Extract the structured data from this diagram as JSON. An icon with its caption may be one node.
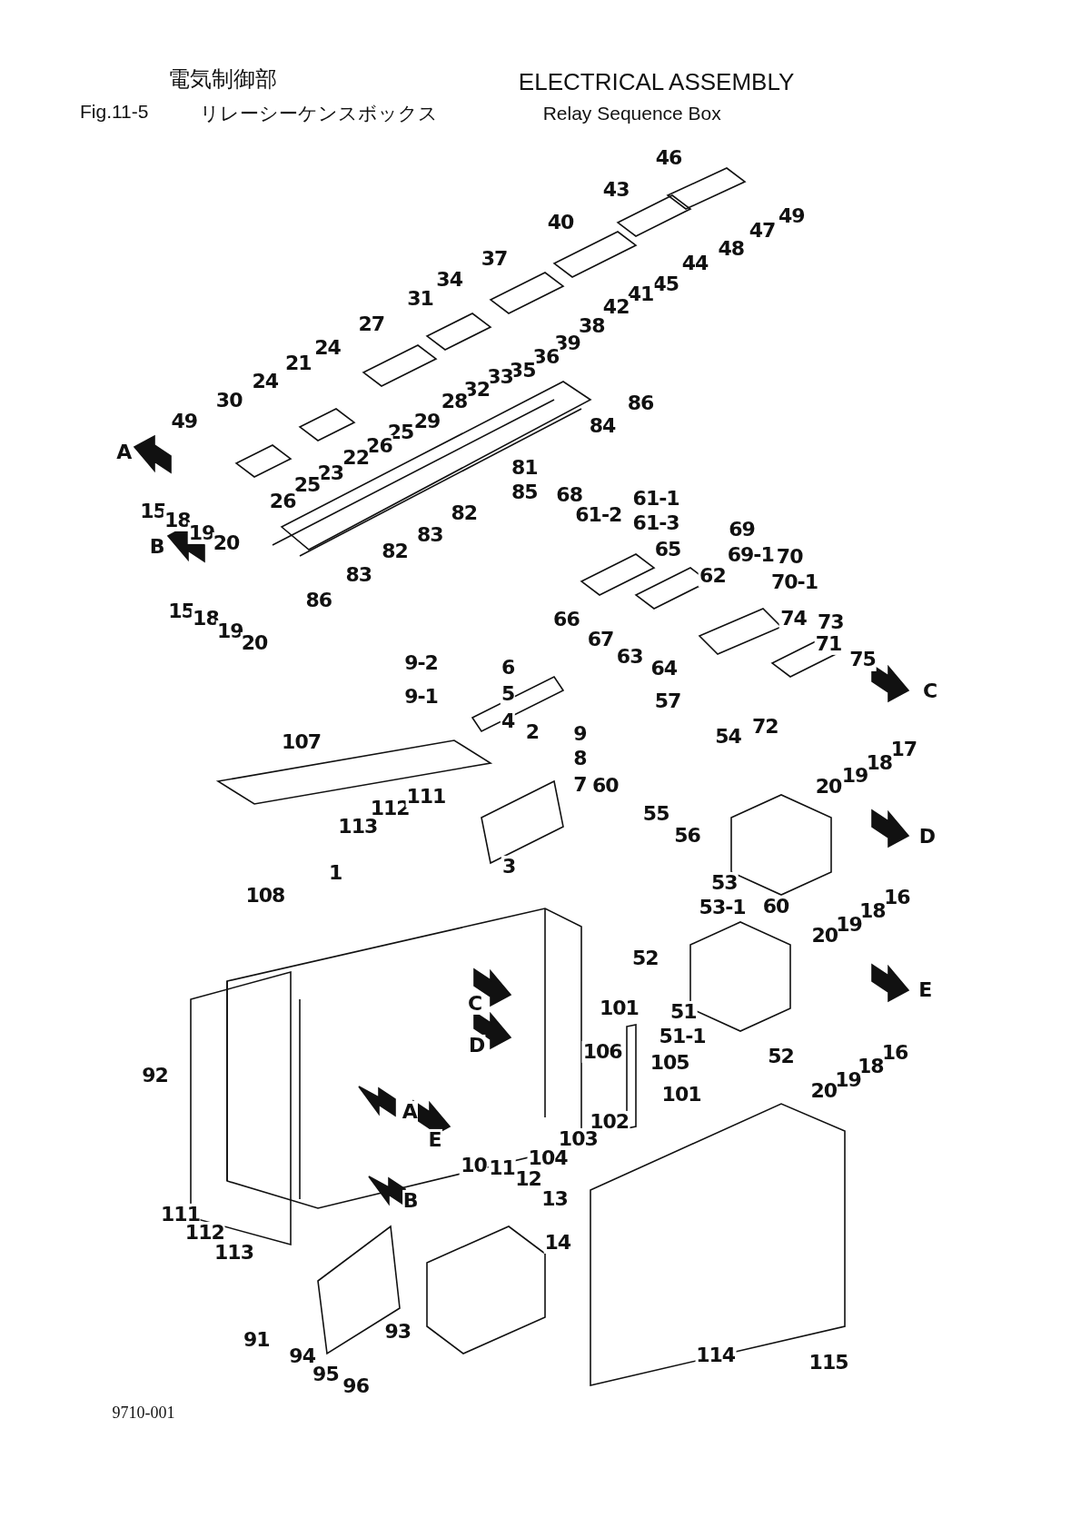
{
  "diagram": {
    "title": "ELECTRICAL ASSEMBLY",
    "labels": [
      "電気制御部",
      "Fig.11-5",
      "リレーシーケンスボックス",
      "Relay Sequence Box",
      "46",
      "43",
      "49",
      "47",
      "48",
      "40",
      "37",
      "44",
      "45",
      "41",
      "42",
      "34",
      "31",
      "38",
      "39",
      "27",
      "24",
      "36",
      "35",
      "33",
      "32",
      "21",
      "24",
      "28",
      "29",
      "30",
      "86",
      "84",
      "25",
      "26",
      "22",
      "49",
      "A",
      "23",
      "81",
      "25",
      "26",
      "85",
      "68",
      "61-1",
      "61-2",
      "82",
      "15",
      "18",
      "19",
      "20",
      "83",
      "61-3",
      "69",
      "65",
      "B",
      "82",
      "69-1",
      "70",
      "83",
      "62",
      "70-1",
      "86",
      "15",
      "18",
      "19",
      "20",
      "66",
      "74",
      "73",
      "71",
      "67",
      "63",
      "64",
      "9-2",
      "6",
      "75",
      "9-1",
      "5",
      "4",
      "57",
      "C",
      "72",
      "107",
      "2",
      "9",
      "54",
      "8",
      "17",
      "18",
      "19",
      "20",
      "7",
      "60",
      "112",
      "111",
      "55",
      "113",
      "56",
      "D",
      "3",
      "1",
      "53",
      "108",
      "60",
      "53-1",
      "16",
      "18",
      "19",
      "20",
      "52",
      "C",
      "101",
      "51",
      "E",
      "51-1",
      "16",
      "D",
      "106",
      "105",
      "52",
      "18",
      "19",
      "20",
      "92",
      "101",
      "A",
      "102",
      "E",
      "103",
      "104",
      "10",
      "11",
      "12",
      "13",
      "B",
      "111",
      "112",
      "14",
      "113",
      "93",
      "91",
      "114",
      "94",
      "115",
      "95",
      "96",
      "9710-001"
    ]
  }
}
